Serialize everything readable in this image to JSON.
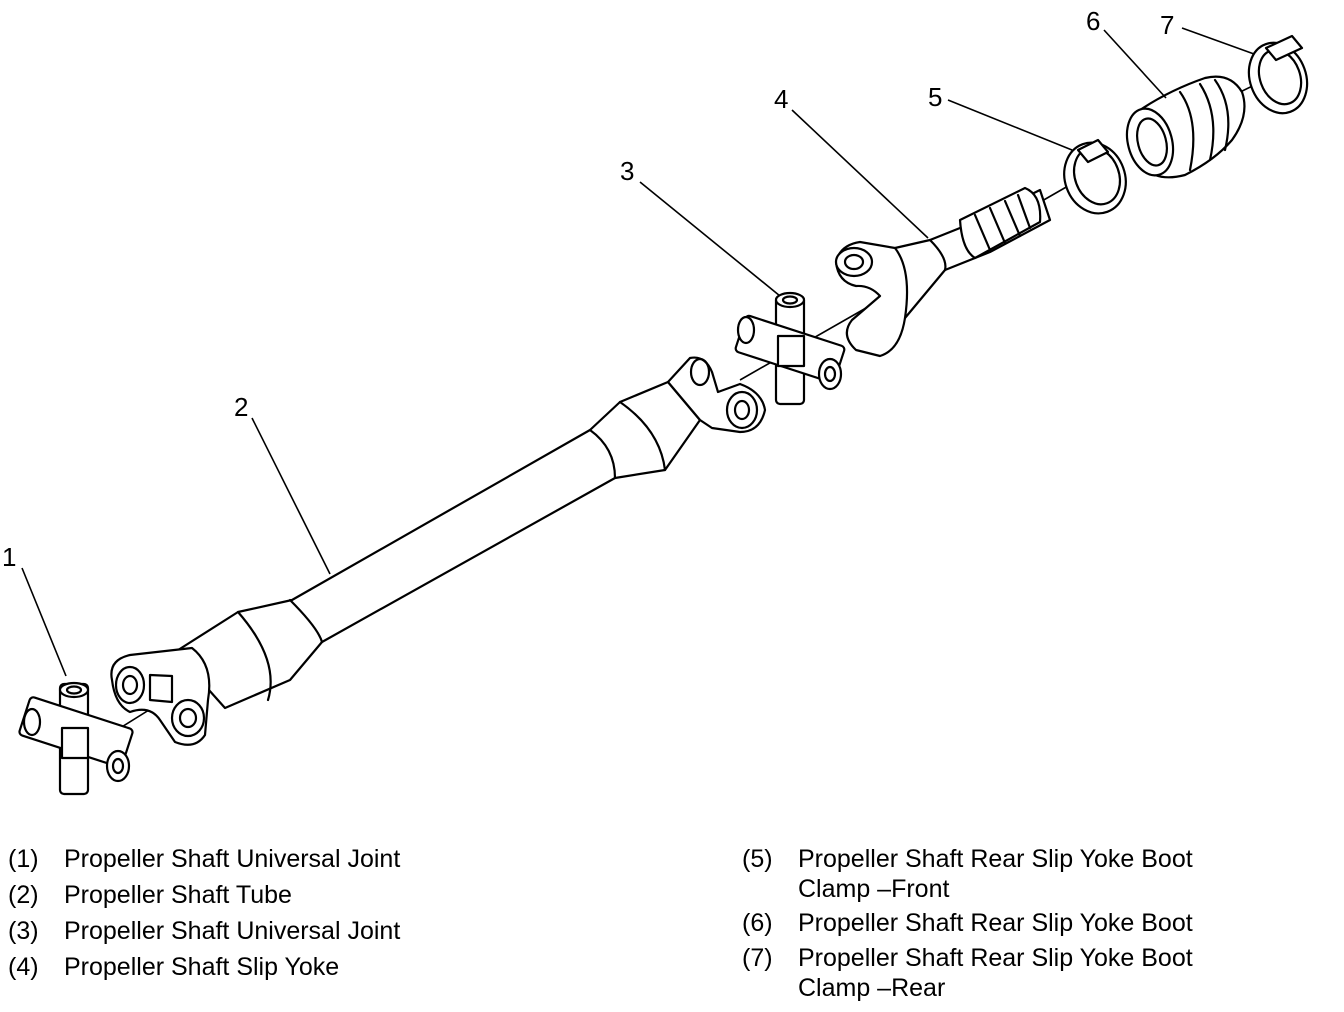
{
  "callouts": [
    "1",
    "2",
    "3",
    "4",
    "5",
    "6",
    "7"
  ],
  "legend": [
    {
      "num": "(1)",
      "text": "Propeller Shaft Universal Joint"
    },
    {
      "num": "(2)",
      "text": "Propeller Shaft Tube"
    },
    {
      "num": "(3)",
      "text": "Propeller Shaft Universal Joint"
    },
    {
      "num": "(4)",
      "text": "Propeller Shaft Slip Yoke"
    },
    {
      "num": "(5)",
      "text": "Propeller Shaft Rear Slip Yoke Boot",
      "text2": "Clamp –Front"
    },
    {
      "num": "(6)",
      "text": "Propeller Shaft Rear Slip Yoke Boot"
    },
    {
      "num": "(7)",
      "text": "Propeller Shaft Rear Slip Yoke Boot",
      "text2": "Clamp –Rear"
    }
  ]
}
